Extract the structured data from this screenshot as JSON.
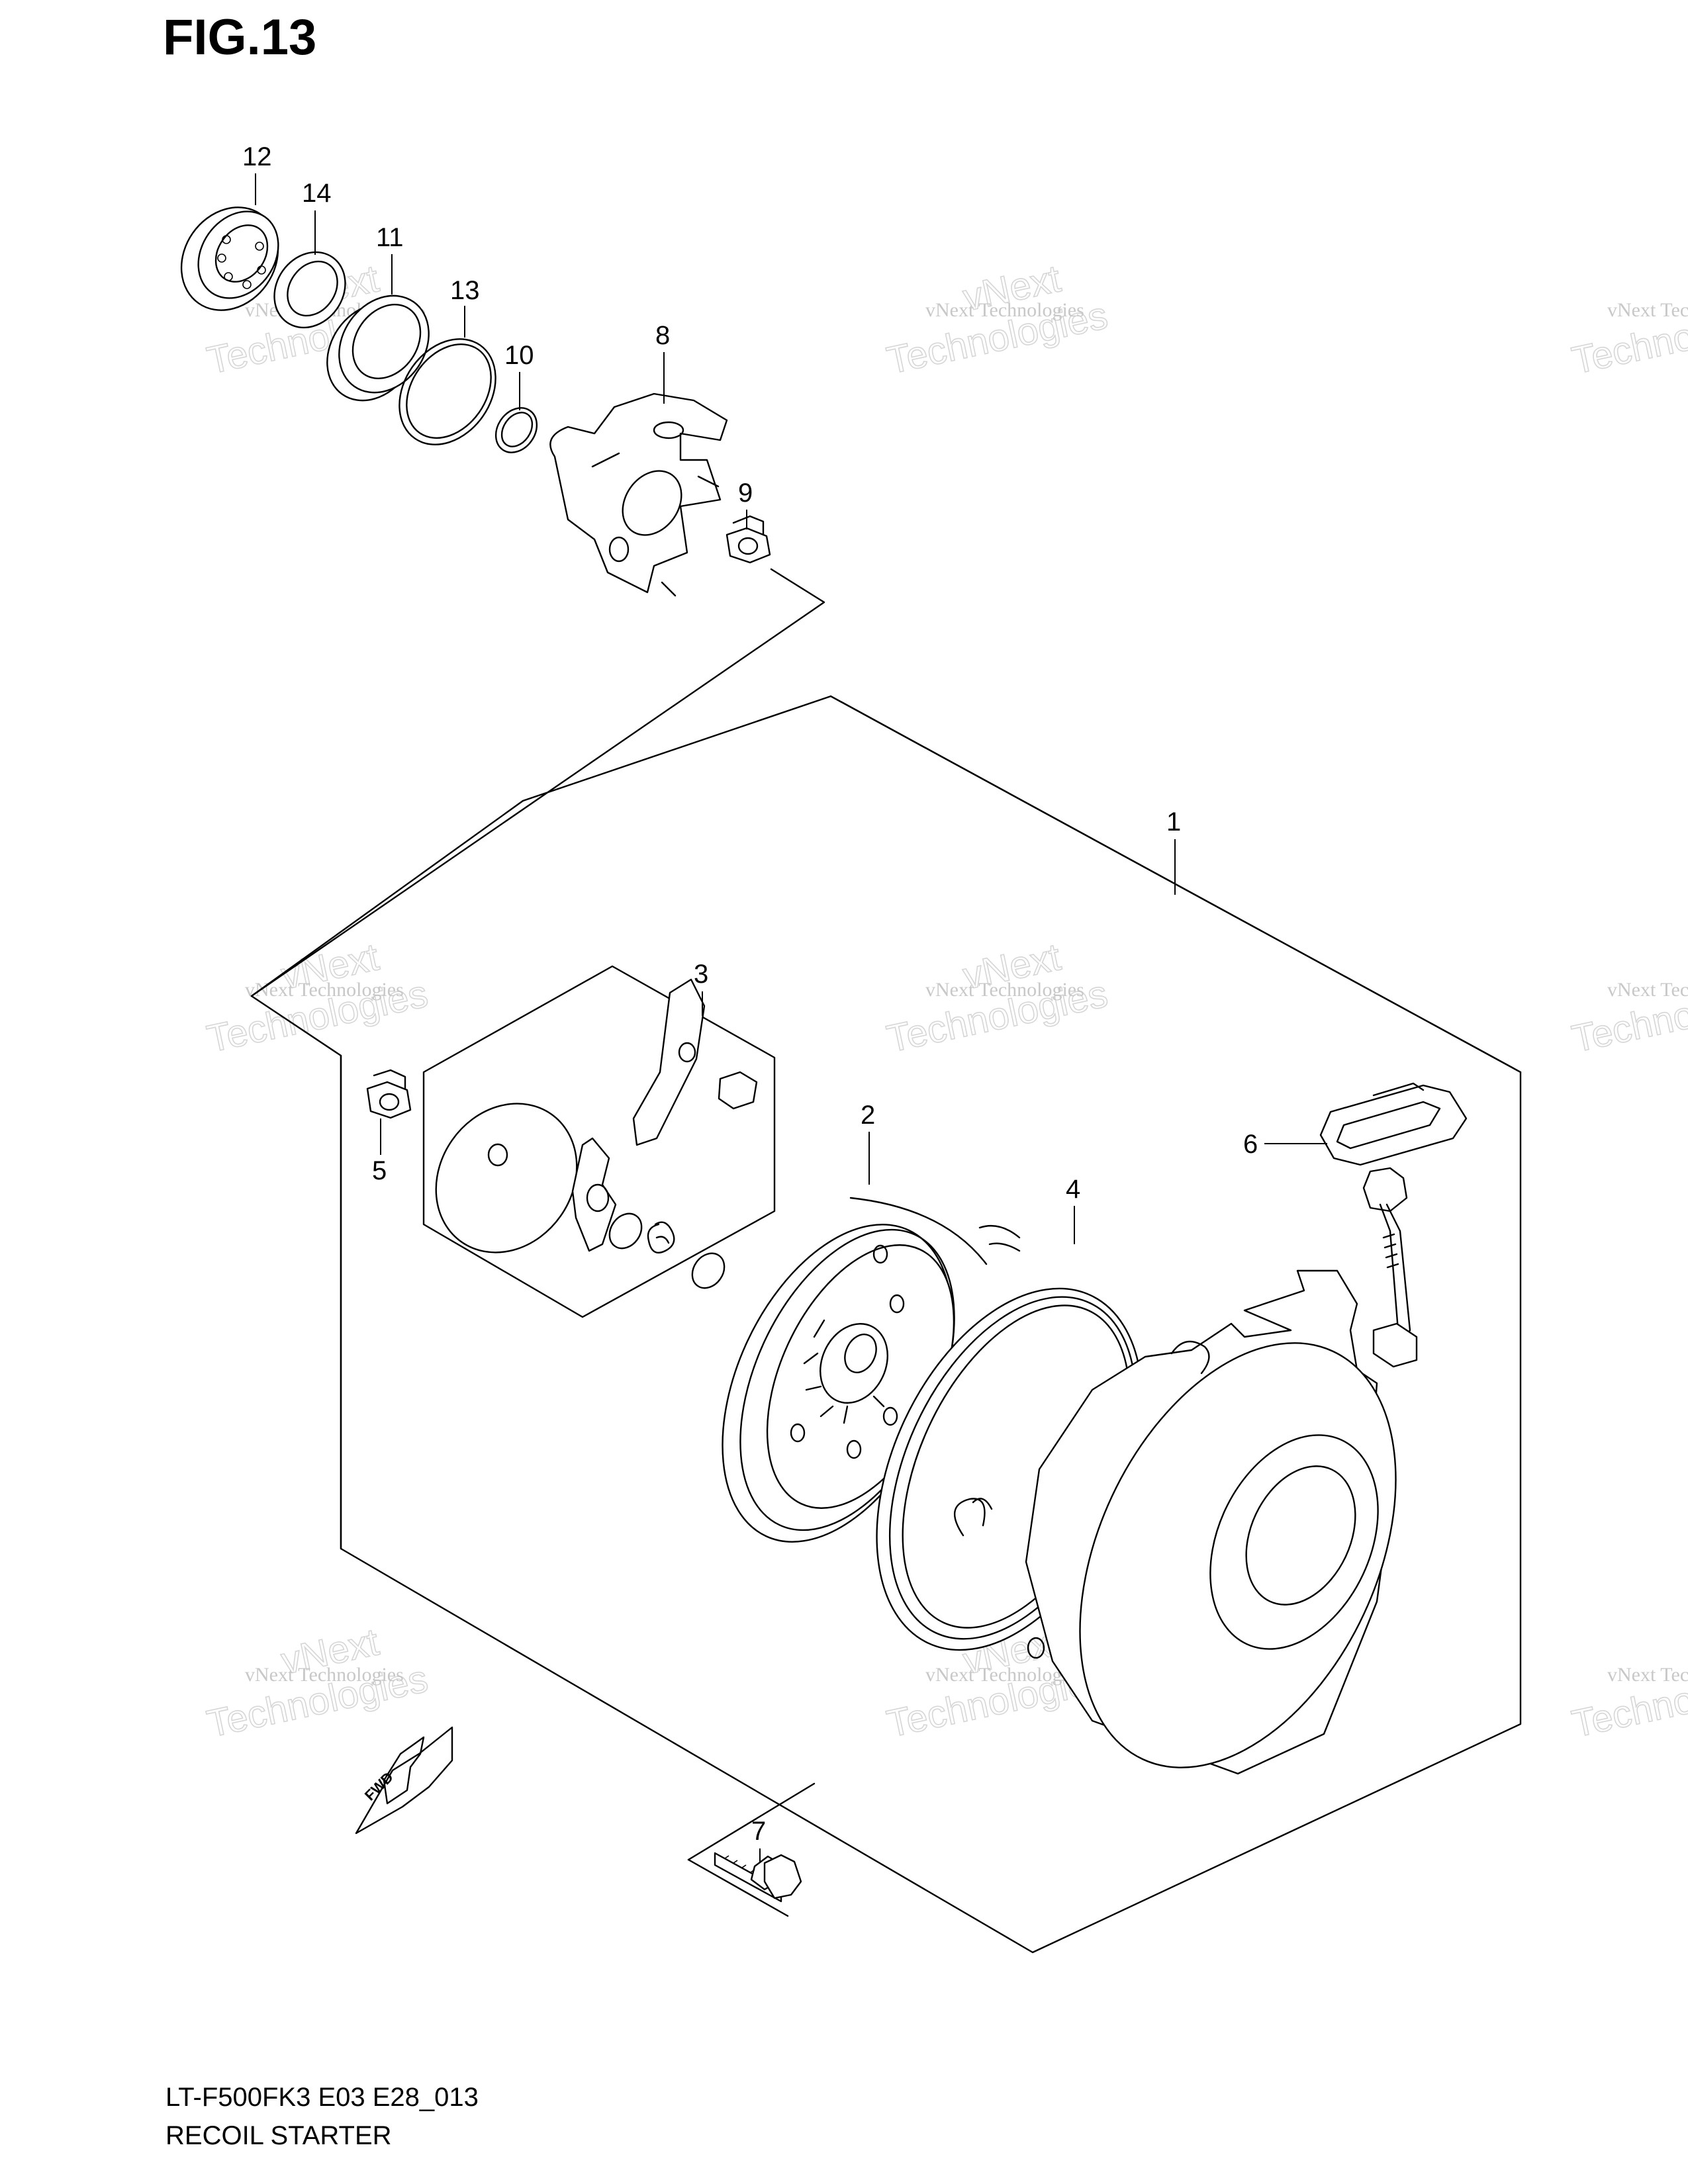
{
  "figure": {
    "title": "FIG.13",
    "model_code": "LT-F500FK3 E03 E28_013",
    "caption": "RECOIL STARTER"
  },
  "callouts": [
    "1",
    "2",
    "3",
    "4",
    "5",
    "6",
    "7",
    "8",
    "9",
    "10",
    "11",
    "12",
    "13",
    "14"
  ],
  "direction_arrow": {
    "label": "FWD"
  },
  "watermark": {
    "line1": "vNext Technologies",
    "line2": "Technologies",
    "line3": "vNext"
  },
  "colors": {
    "ink": "#000000",
    "paper": "#ffffff",
    "watermark": "#c8c8c8"
  }
}
